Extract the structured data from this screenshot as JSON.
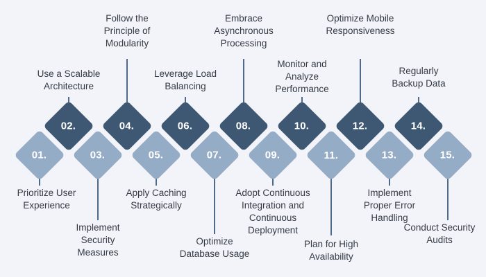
{
  "steps": [
    {
      "num": "01.",
      "text": "Prioritize User\nExperience"
    },
    {
      "num": "02.",
      "text": "Use a Scalable\nArchitecture"
    },
    {
      "num": "03.",
      "text": "Implement\nSecurity\nMeasures"
    },
    {
      "num": "04.",
      "text": "Follow the\nPrinciple of\nModularity"
    },
    {
      "num": "05.",
      "text": "Apply Caching\nStrategically"
    },
    {
      "num": "06.",
      "text": "Leverage Load\nBalancing"
    },
    {
      "num": "07.",
      "text": "Optimize\nDatabase Usage"
    },
    {
      "num": "08.",
      "text": "Embrace\nAsynchronous\nProcessing"
    },
    {
      "num": "09.",
      "text": "Adopt Continuous\nIntegration and\nContinuous\nDeployment"
    },
    {
      "num": "10.",
      "text": "Monitor and\nAnalyze\nPerformance"
    },
    {
      "num": "11.",
      "text": "Plan for High\nAvailability"
    },
    {
      "num": "12.",
      "text": "Optimize Mobile\nResponsiveness"
    },
    {
      "num": "13.",
      "text": "Implement\nProper Error\nHandling"
    },
    {
      "num": "14.",
      "text": "Regularly\nBackup Data"
    },
    {
      "num": "15.",
      "text": "Conduct Security\nAudits"
    }
  ]
}
